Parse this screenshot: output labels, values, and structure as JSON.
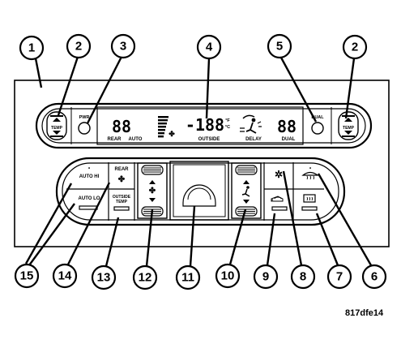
{
  "figure_id": "817dfe14",
  "callouts": [
    "1",
    "2",
    "3",
    "4",
    "5",
    "2",
    "15",
    "14",
    "13",
    "12",
    "11",
    "10",
    "9",
    "8",
    "7",
    "6"
  ],
  "display": {
    "left_digits": "88",
    "rear_label": "REAR",
    "auto_label": "AUTO",
    "outside_temp": "-188",
    "deg_f": "°F",
    "deg_c": "°C",
    "outside_label": "OUTSIDE",
    "delay_label": "DELAY",
    "right_digits": "88",
    "dual_label": "DUAL"
  },
  "buttons": {
    "pwr": "PWR",
    "dual": "DUAL",
    "temp_left": "TEMP",
    "temp_right": "TEMP",
    "auto_hi": "AUTO HI",
    "auto_lo": "AUTO LO",
    "rear": "REAR",
    "outside_temp_1": "OUTSIDE",
    "outside_temp_2": "TEMP"
  }
}
